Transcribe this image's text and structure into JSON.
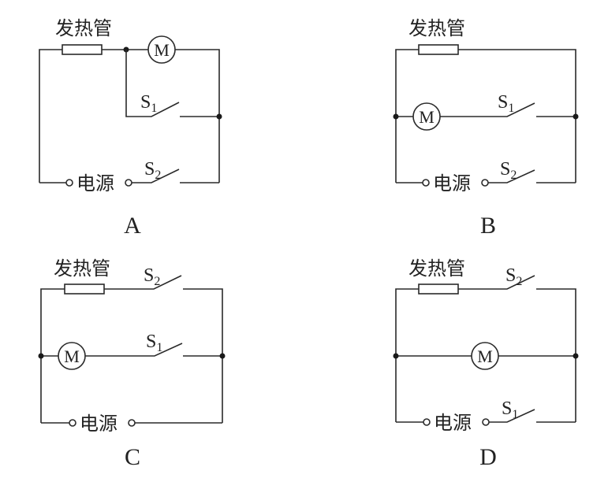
{
  "labels": {
    "heater": "发热管",
    "power": "电源",
    "motor": "M",
    "s1": "S",
    "s1_sub": "1",
    "s2": "S",
    "s2_sub": "2"
  },
  "options": [
    {
      "id": "A",
      "label": "A"
    },
    {
      "id": "B",
      "label": "B"
    },
    {
      "id": "C",
      "label": "C"
    },
    {
      "id": "D",
      "label": "D"
    }
  ]
}
